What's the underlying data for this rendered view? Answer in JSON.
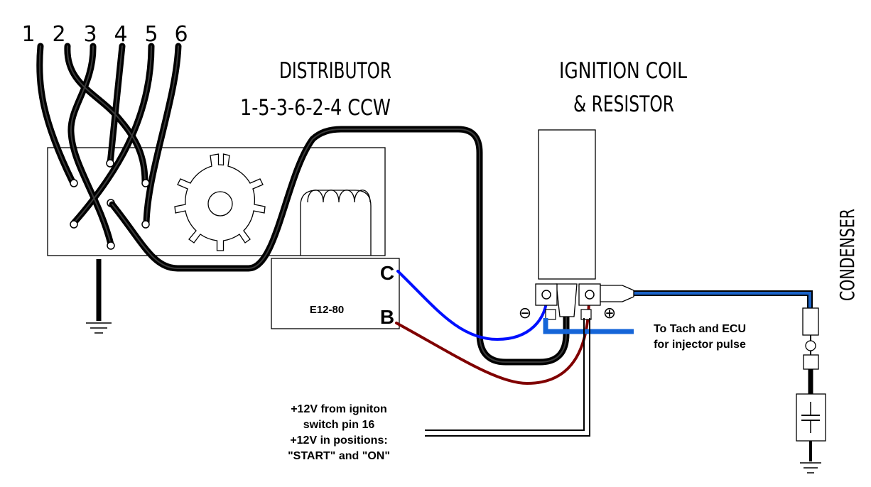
{
  "spark_plugs": [
    "1",
    "2",
    "3",
    "4",
    "5",
    "6"
  ],
  "distributor": {
    "title": "DISTRIBUTOR",
    "firing_order": "1-5-3-6-2-4 CCW"
  },
  "coil": {
    "title_line1": "IGNITION COIL",
    "title_line2": "& RESISTOR",
    "minus_symbol": "⊖",
    "plus_symbol": "⊕"
  },
  "module": {
    "name": "E12-80",
    "terminal_c": "C",
    "terminal_b": "B"
  },
  "condenser": {
    "label": "CONDENSER"
  },
  "tach_note": {
    "line1": "To Tach and ECU",
    "line2": "for injector pulse"
  },
  "power_note": {
    "line1": "+12V from igniton",
    "line2": "switch pin 16",
    "line3": "+12V in positions:",
    "line4": "\"START\" and \"ON\""
  },
  "colors": {
    "wire_blue": "#0010ff",
    "wire_red": "#800000",
    "tach_wire": "#1565d8",
    "condenser_wire": "#1a63c9",
    "hv_wire": "#000000"
  }
}
